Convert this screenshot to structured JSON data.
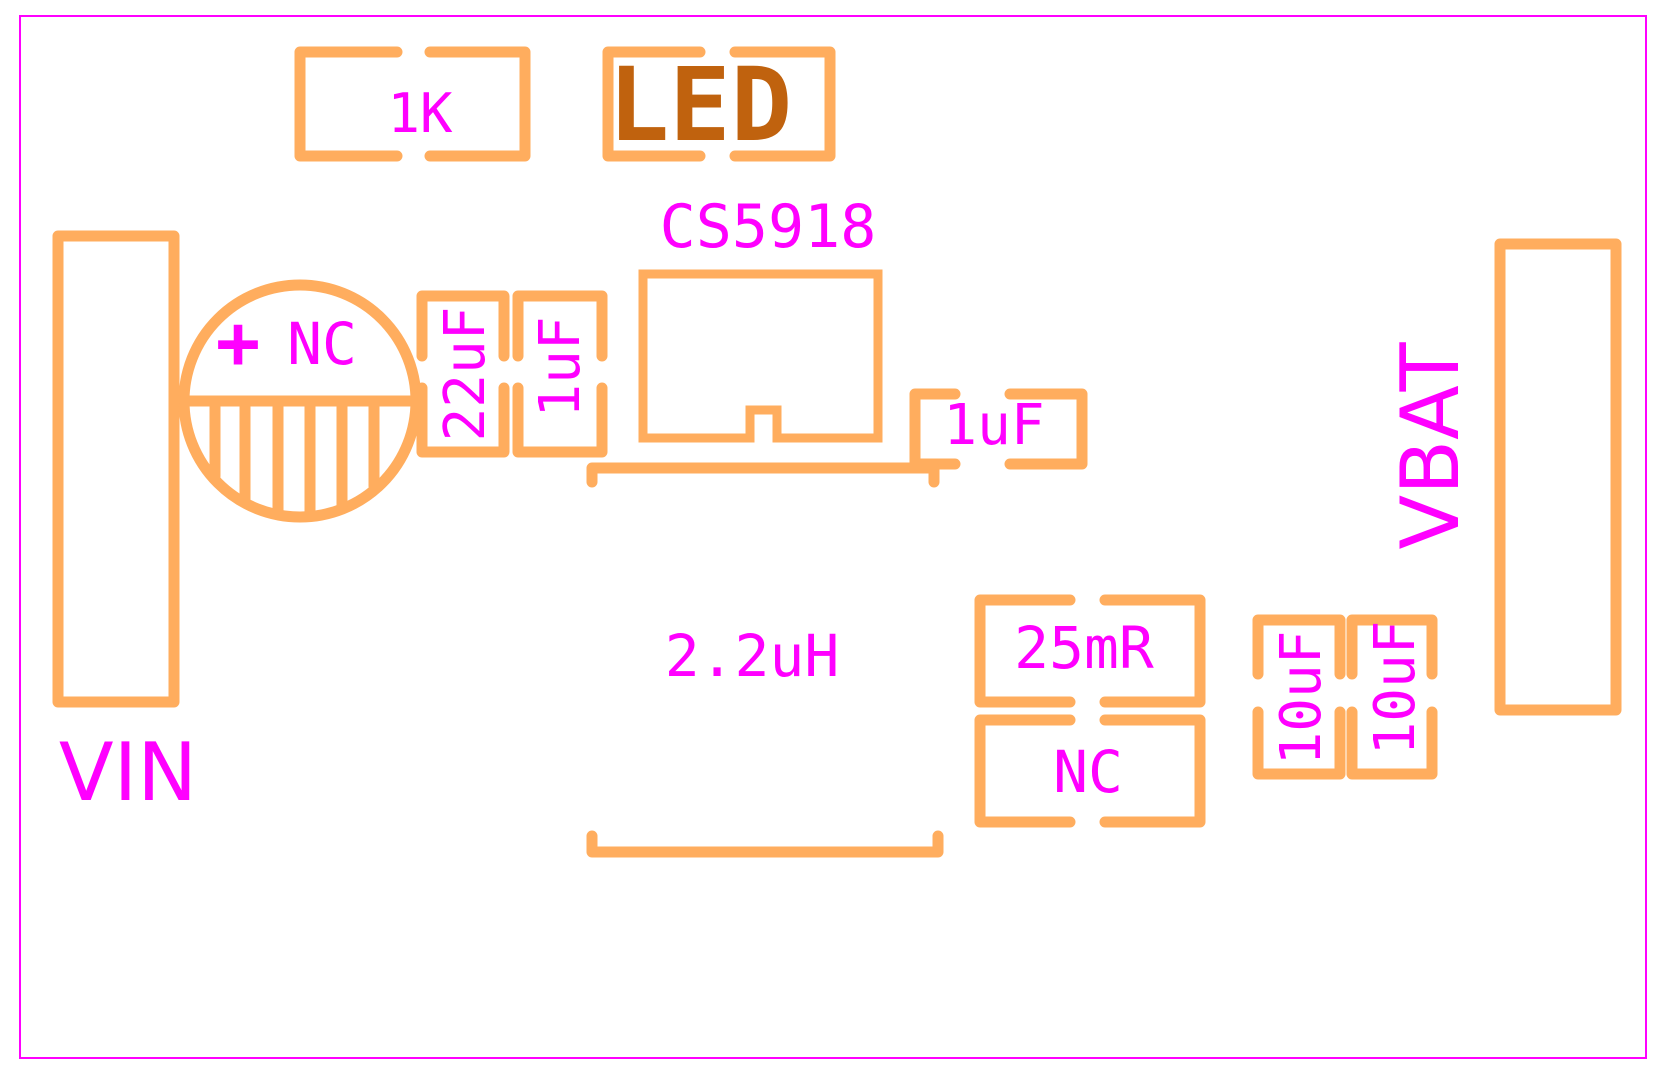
{
  "colors": {
    "board_outline": "#FF00FF",
    "silkscreen": "#FFAD5E",
    "label": "#FF00FF",
    "led_label": "#C0620E",
    "background": "#FFFFFF"
  },
  "labels": {
    "resistor_1k": "1K",
    "led": "LED",
    "ic": "CS5918",
    "electrolytic_cap": "NC",
    "polarity_mark": "+",
    "cap_22uf": "22uF",
    "cap_1uf_left": "1uF",
    "cap_1uf_right": "1uF",
    "inductor": "2.2uH",
    "sense_resistor": "25mR",
    "resistor_nc": "NC",
    "cap_10uf_a": "10uF",
    "cap_10uf_b": "10uF",
    "vin": "VIN",
    "vbat": "VBAT"
  }
}
